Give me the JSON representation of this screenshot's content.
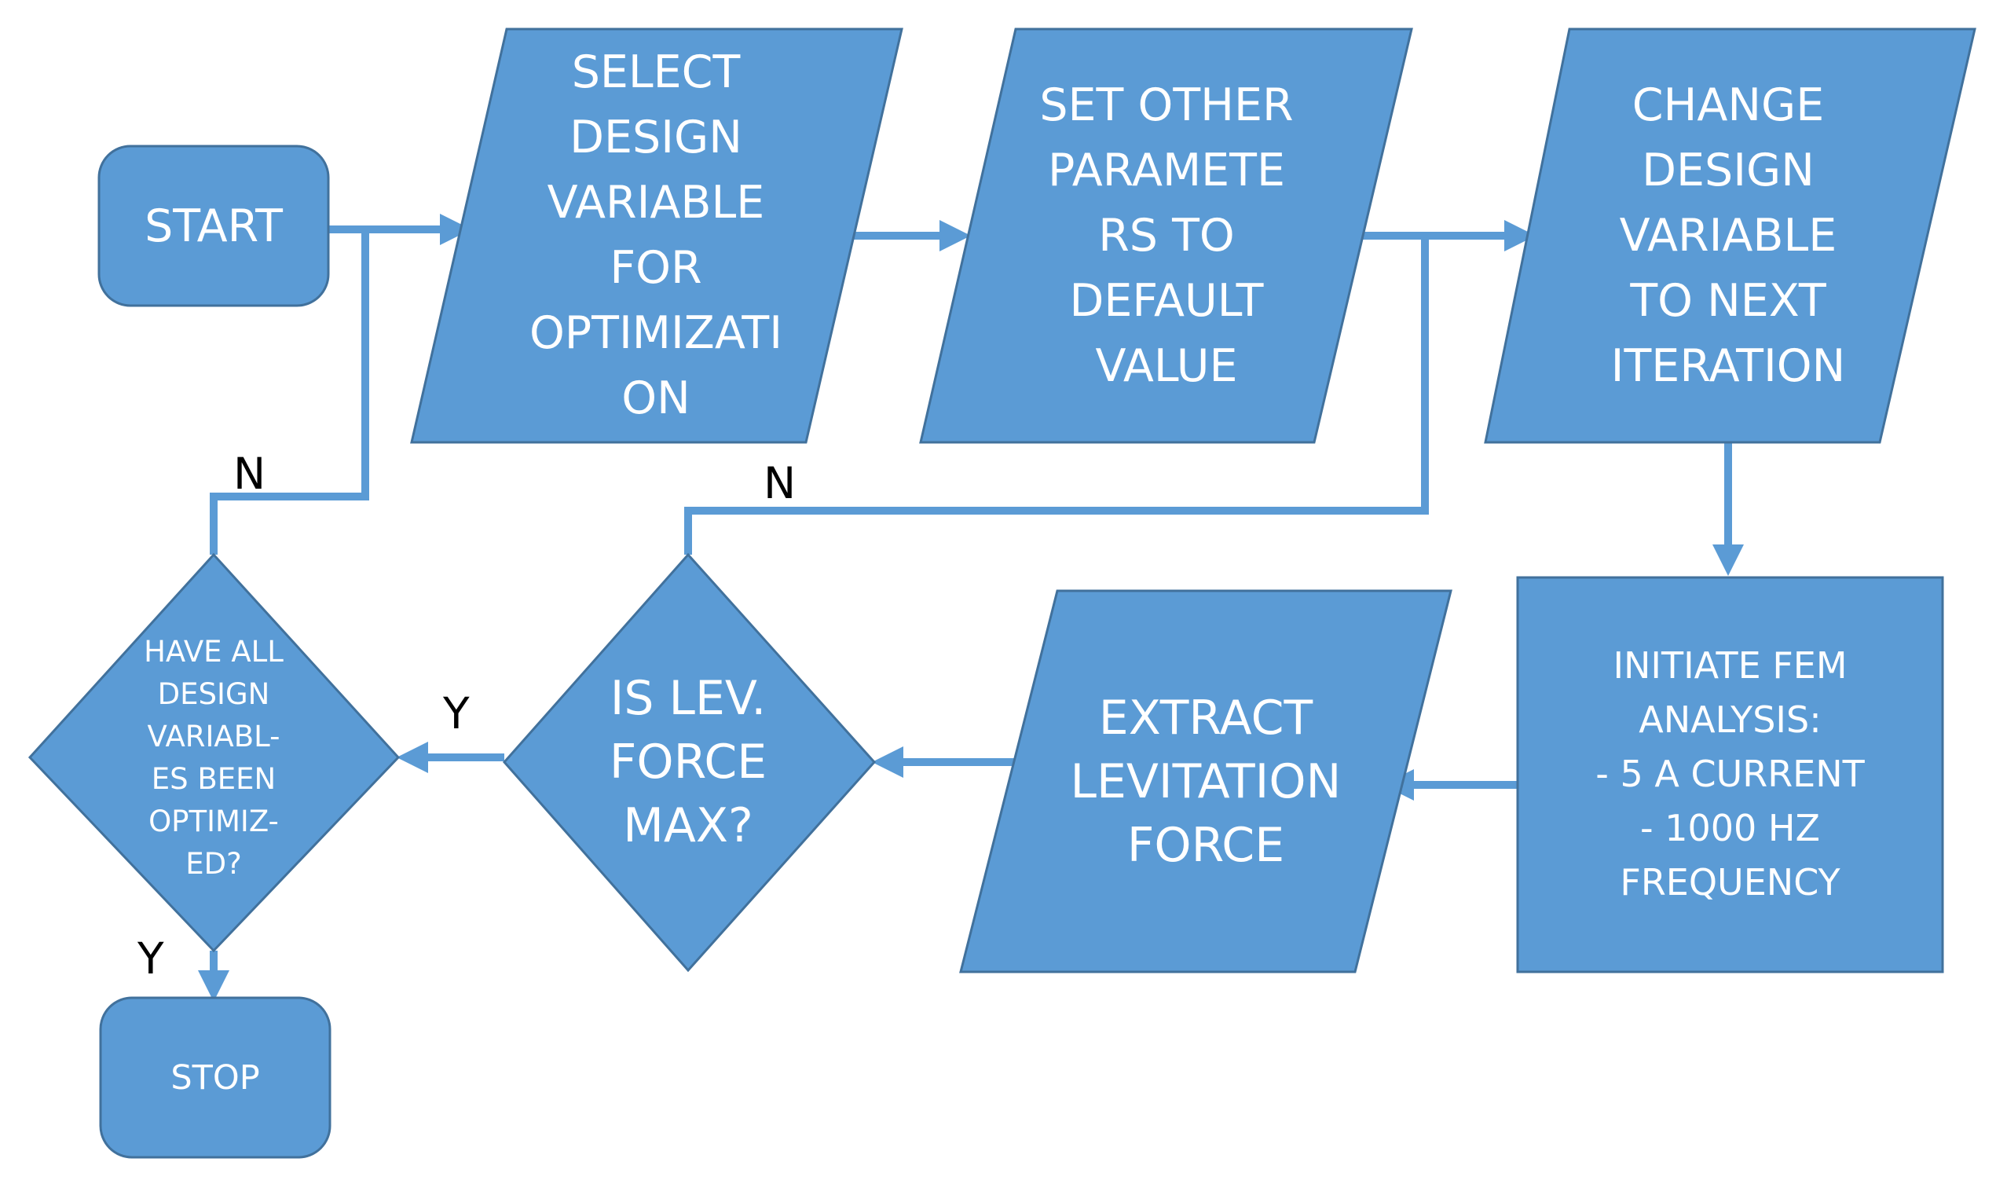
{
  "colors": {
    "fill": "#5b9bd5",
    "stroke": "#41719c",
    "arrow": "#5b9bd5",
    "label": "#000000"
  },
  "nodes": {
    "start": {
      "label": "START"
    },
    "select": {
      "label": "SELECT\nDESIGN\nVARIABLE\nFOR\nOPTIMIZATI\nON"
    },
    "set_other": {
      "label": "SET OTHER\nPARAMETE\nRS TO\nDEFAULT\nVALUE"
    },
    "change": {
      "label": "CHANGE\nDESIGN\nVARIABLE\nTO NEXT\nITERATION"
    },
    "fem": {
      "label": "INITIATE FEM\nANALYSIS:\n-    5 A CURRENT\n-    1000 HZ\n  FREQUENCY"
    },
    "extract": {
      "label": "EXTRACT\nLEVITATION\nFORCE"
    },
    "is_max": {
      "label": "IS LEV.\nFORCE\nMAX?"
    },
    "all_opt": {
      "label": "HAVE ALL\nDESIGN\nVARIABL-\nES BEEN\nOPTIMIZ-\nED?"
    },
    "stop": {
      "label": "STOP"
    }
  },
  "edge_labels": {
    "all_opt_no": "N",
    "is_max_no": "N",
    "is_max_yes": "Y",
    "all_opt_yes": "Y"
  }
}
